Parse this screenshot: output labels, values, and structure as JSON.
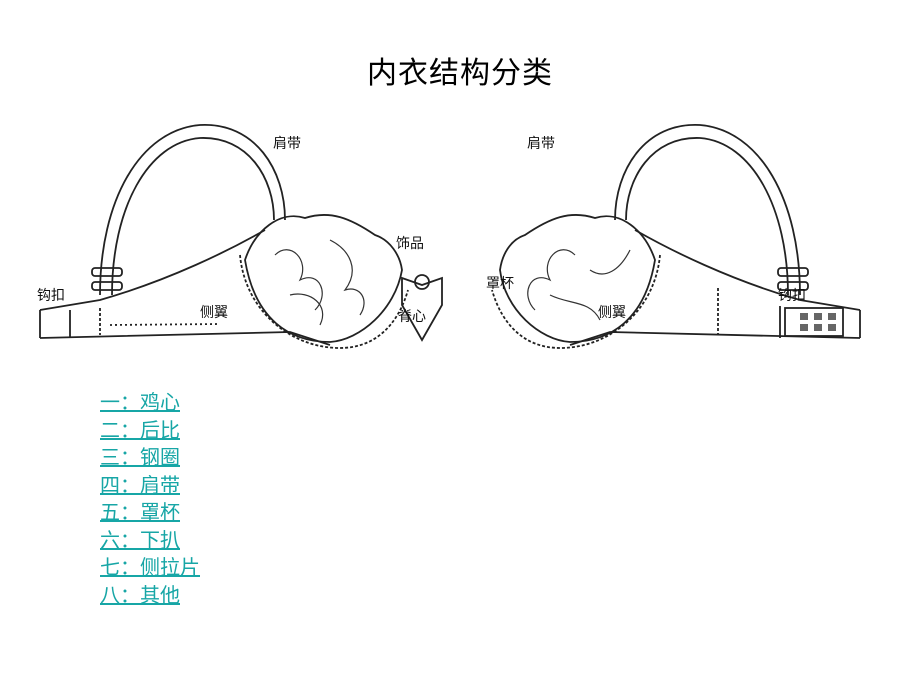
{
  "title": "内衣结构分类",
  "labels": {
    "strap_left": "肩带",
    "strap_right": "肩带",
    "ornament": "饰品",
    "cup": "罩杯",
    "hook_left": "钩扣",
    "hook_right": "钩扣",
    "wing_left": "侧翼",
    "wing_right": "侧翼",
    "center": "脊心"
  },
  "links": [
    "一：鸡心",
    "二：后比",
    "三：钢圈",
    "四：肩带",
    "五：罩杯",
    "六：下扒",
    "七：侧拉片",
    "八：其他"
  ],
  "colors": {
    "link": "#17a6a6",
    "line": "#222222"
  }
}
